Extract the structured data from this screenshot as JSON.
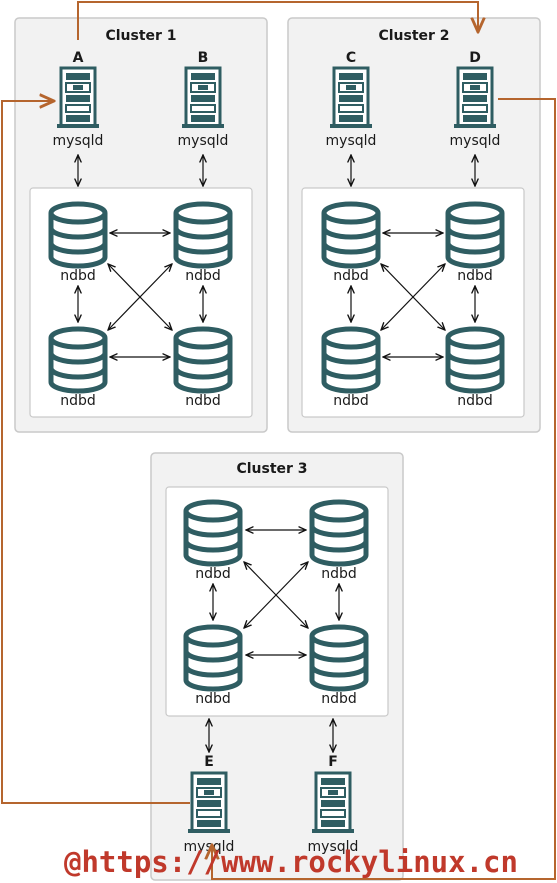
{
  "watermark": "@https://www.rockylinux.cn",
  "colors": {
    "replication": "#b5652e",
    "icon": "#2f5d62",
    "panel_bg": "#f2f2f2",
    "panel_border": "#c9c9c9"
  },
  "clusters": [
    {
      "title": "Cluster 1",
      "servers": [
        {
          "letter": "A",
          "label": "mysqld"
        },
        {
          "letter": "B",
          "label": "mysqld"
        }
      ],
      "nodes": [
        "ndbd",
        "ndbd",
        "ndbd",
        "ndbd"
      ]
    },
    {
      "title": "Cluster 2",
      "servers": [
        {
          "letter": "C",
          "label": "mysqld"
        },
        {
          "letter": "D",
          "label": "mysqld"
        }
      ],
      "nodes": [
        "ndbd",
        "ndbd",
        "ndbd",
        "ndbd"
      ]
    },
    {
      "title": "Cluster 3",
      "servers": [
        {
          "letter": "E",
          "label": "mysqld"
        },
        {
          "letter": "F",
          "label": "mysqld"
        }
      ],
      "nodes": [
        "ndbd",
        "ndbd",
        "ndbd",
        "ndbd"
      ]
    }
  ]
}
